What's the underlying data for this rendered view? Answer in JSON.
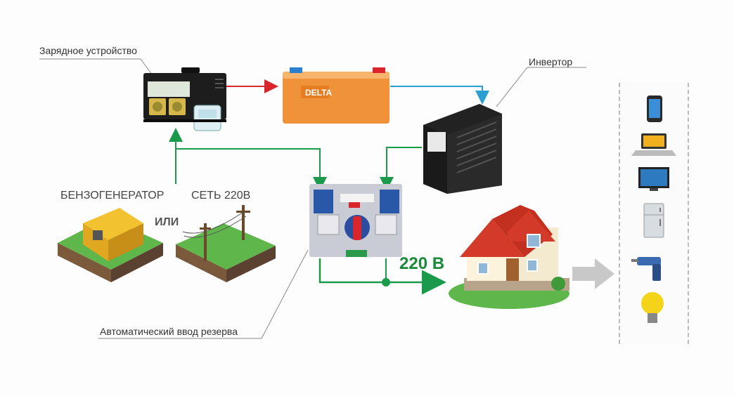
{
  "labels": {
    "charger": "Зарядное устройство",
    "inverter": "Инвертор",
    "generator": "БЕНЗОГЕНЕРАТОР",
    "or": "ИЛИ",
    "grid": "СЕТЬ 220В",
    "voltage": "220 В",
    "ats": "Автоматический ввод резерва"
  },
  "battery": {
    "brand": "DELTA"
  },
  "colors": {
    "ac_line": "#1a9a4a",
    "charge_line": "#d9262c",
    "dc_line": "#2a9fd0",
    "battery": "#f0923a",
    "roof": "#d43a2a",
    "grass": "#5fb64a"
  },
  "appliances": [
    "phone-icon",
    "laptop-icon",
    "tv-icon",
    "fridge-icon",
    "drill-icon",
    "bulb-icon"
  ]
}
